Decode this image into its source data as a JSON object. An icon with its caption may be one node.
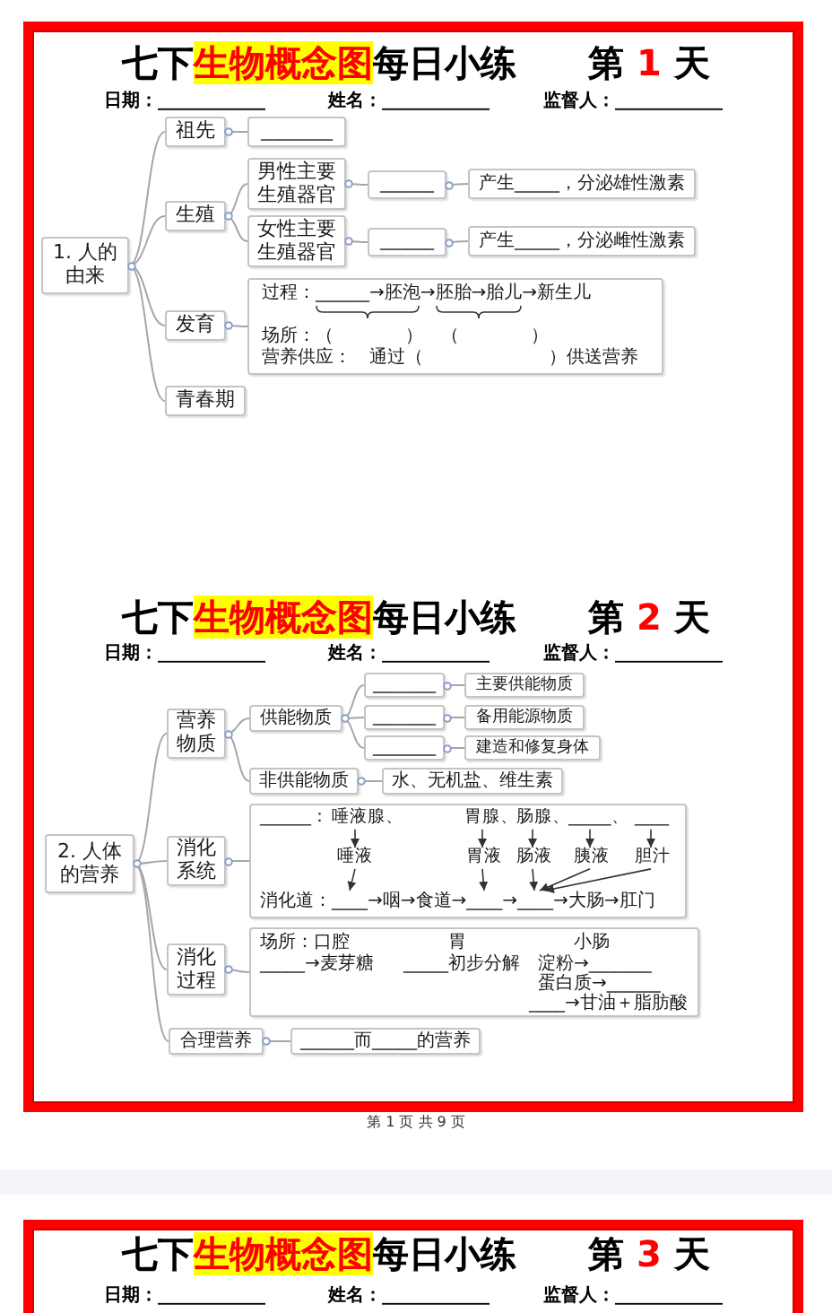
{
  "diagram": {
    "nodes": [
      {
        "text": [
          "七下生物概念图每日小练　　第 1 天",
          "日期：____________",
          "姓名：____________",
          "监督人：____________",
          "七下生物概念图每日小练　　第 2 天",
          "日期：____________",
          "姓名：____________",
          "监督人：____________"
        ]
      },
      {
        "text": [
          "1. 人的由来"
        ],
        "in": 0
      },
      {
        "text": [
          "祖先"
        ],
        "in": 0
      },
      {
        "text": [
          "________"
        ],
        "in": 0
      },
      {
        "text": [
          "生殖"
        ],
        "in": 0
      },
      {
        "text": [
          "男性主要生殖器官"
        ],
        "in": 0
      },
      {
        "text": [
          "______"
        ],
        "in": 0
      },
      {
        "text": [
          "产生_____，分泌雄性激素"
        ],
        "in": 0
      },
      {
        "text": [
          "女性主要生殖器官"
        ],
        "in": 0
      },
      {
        "text": [
          "______"
        ],
        "in": 0
      },
      {
        "text": [
          "产生_____，分泌雌性激素"
        ],
        "in": 0
      },
      {
        "text": [
          "发育"
        ],
        "in": 0
      },
      {
        "text": [
          "过程：______→胚泡→胚胎→胎儿→新生儿",
          "场所：（　　　　）　（　　　　）",
          "营养供应：　通过（　　　　　　　）供送营养"
        ],
        "in": 0
      },
      {
        "text": [
          "青春期"
        ],
        "in": 0
      },
      {
        "text": [
          "2. 人体的营养"
        ],
        "in": 0
      },
      {
        "text": [
          "营养物质"
        ],
        "in": 0
      },
      {
        "text": [
          "供能物质"
        ],
        "in": 0
      },
      {
        "text": [
          "_______"
        ],
        "in": 0
      },
      {
        "text": [
          "主要供能物质"
        ],
        "in": 0
      },
      {
        "text": [
          "_______"
        ],
        "in": 0
      },
      {
        "text": [
          "备用能源物质"
        ],
        "in": 0
      },
      {
        "text": [
          "_______"
        ],
        "in": 0
      },
      {
        "text": [
          "建造和修复身体"
        ],
        "in": 0
      },
      {
        "text": [
          "非供能物质"
        ],
        "in": 0
      },
      {
        "text": [
          "水、无机盐、维生素"
        ],
        "in": 0
      },
      {
        "text": [
          "消化系统"
        ],
        "in": 0
      },
      {
        "text": [
          "______："
        ],
        "in": 0
      },
      {
        "text": [
          "唾液腺、"
        ],
        "in": 26
      },
      {
        "text": [
          "胃腺、"
        ],
        "in": 26
      },
      {
        "text": [
          "肠腺、"
        ],
        "in": 26
      },
      {
        "text": [
          "_____、"
        ],
        "in": 26
      },
      {
        "text": [
          "____"
        ],
        "in": 26
      },
      {
        "text": [
          "唾液"
        ],
        "in": 26
      },
      {
        "text": [
          "胃液"
        ],
        "in": 26
      },
      {
        "text": [
          "肠液"
        ],
        "in": 26
      },
      {
        "text": [
          "胰液"
        ],
        "in": 26
      },
      {
        "text": [
          "胆汁"
        ],
        "in": 26
      },
      {
        "text": [
          "消化道：____→咽→食道→____→____→大肠→肛门"
        ],
        "in": 26
      },
      {
        "text": [
          "消化过程"
        ],
        "in": 0
      },
      {
        "text": [
          "场所：口腔",
          "胃",
          "小肠",
          "_____→麦芽糖",
          "_____初步分解",
          "淀粉→_______",
          "蛋白质→______",
          "____→甘油＋脂肪酸"
        ],
        "in": 0
      },
      {
        "text": [
          "合理营养"
        ],
        "in": 0
      },
      {
        "text": [
          "______而_____的营养"
        ],
        "in": 0
      },
      {
        "text": [
          "七下生物概念图每日小练　　第 3 天",
          "日期：____________",
          "姓名：____________",
          "监督人：____________"
        ]
      }
    ],
    "edges": [
      {
        "from": 1,
        "to": 2,
        "arrow": "none"
      },
      {
        "from": 1,
        "to": 4,
        "arrow": "none"
      },
      {
        "from": 1,
        "to": 11,
        "arrow": "none"
      },
      {
        "from": 1,
        "to": 13,
        "arrow": "none"
      },
      {
        "from": 2,
        "to": 3,
        "arrow": "none"
      },
      {
        "from": 4,
        "to": 5,
        "arrow": "none"
      },
      {
        "from": 4,
        "to": 8,
        "arrow": "none"
      },
      {
        "from": 5,
        "to": 6,
        "arrow": "none"
      },
      {
        "from": 6,
        "to": 7,
        "arrow": "none"
      },
      {
        "from": 8,
        "to": 9,
        "arrow": "none"
      },
      {
        "from": 9,
        "to": 10,
        "arrow": "none"
      },
      {
        "from": 11,
        "to": 12,
        "arrow": "none"
      },
      {
        "from": 14,
        "to": 15,
        "arrow": "none"
      },
      {
        "from": 14,
        "to": 25,
        "arrow": "none"
      },
      {
        "from": 14,
        "to": 38,
        "arrow": "none"
      },
      {
        "from": 14,
        "to": 40,
        "arrow": "none"
      },
      {
        "from": 15,
        "to": 16,
        "arrow": "none"
      },
      {
        "from": 15,
        "to": 23,
        "arrow": "none"
      },
      {
        "from": 16,
        "to": 17,
        "arrow": "none"
      },
      {
        "from": 16,
        "to": 19,
        "arrow": "none"
      },
      {
        "from": 16,
        "to": 21,
        "arrow": "none"
      },
      {
        "from": 17,
        "to": 18,
        "arrow": "none"
      },
      {
        "from": 19,
        "to": 20,
        "arrow": "none"
      },
      {
        "from": 21,
        "to": 22,
        "arrow": "none"
      },
      {
        "from": 23,
        "to": 24,
        "arrow": "none"
      },
      {
        "from": 25,
        "to": 26,
        "arrow": "none"
      },
      {
        "from": 38,
        "to": 39,
        "arrow": "none"
      },
      {
        "from": 40,
        "to": 41,
        "arrow": "none"
      },
      {
        "from": 27,
        "to": 32,
        "arrow": "to",
        "color": "#333333"
      },
      {
        "from": 28,
        "to": 33,
        "arrow": "to",
        "color": "#333333"
      },
      {
        "from": 29,
        "to": 34,
        "arrow": "to",
        "color": "#333333"
      },
      {
        "from": 30,
        "to": 35,
        "arrow": "to",
        "color": "#333333"
      },
      {
        "from": 31,
        "to": 36,
        "arrow": "to",
        "color": "#333333"
      },
      {
        "from": 32,
        "to": 37,
        "arrow": "to",
        "color": "#333333"
      },
      {
        "from": 33,
        "to": 37,
        "arrow": "to",
        "color": "#333333"
      },
      {
        "from": 34,
        "to": 37,
        "arrow": "to",
        "color": "#333333"
      },
      {
        "from": 35,
        "to": 37,
        "arrow": "to",
        "color": "#333333"
      },
      {
        "from": 36,
        "to": 37,
        "arrow": "to",
        "color": "#333333"
      }
    ],
    "labels": [
      "第 1 页 共 9 页"
    ]
  }
}
